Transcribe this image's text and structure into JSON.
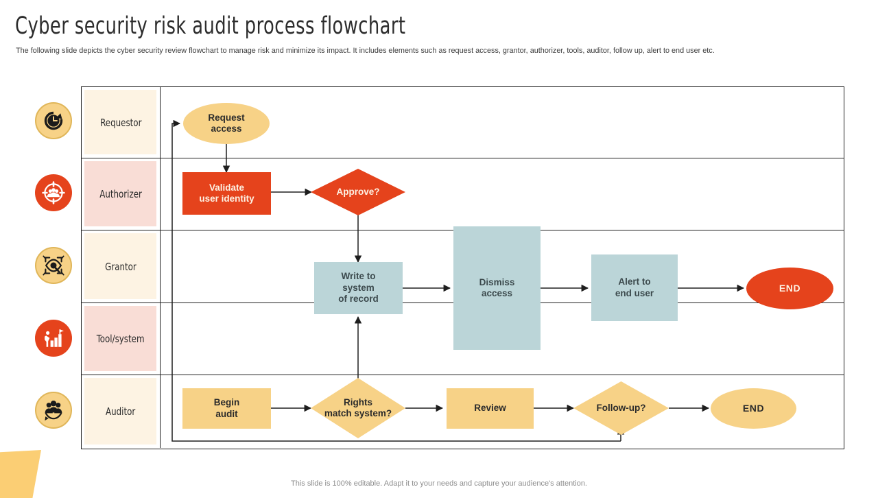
{
  "header": {
    "title": "Cyber security risk audit process flowchart",
    "subtitle": "The following slide depicts the cyber security review flowchart to manage risk and minimize its impact. It includes elements such as request access, grantor, authorizer, tools, auditor, follow up, alert to end user etc."
  },
  "footer": {
    "note": "This slide is 100% editable. Adapt it to your needs and capture your audience's attention."
  },
  "colors": {
    "amber": "#F7D287",
    "amber_light": "#FBCE74",
    "red": "#E5431C",
    "teal": "#BBD5D8",
    "lane_cream": "#FDF3E3",
    "lane_pink": "#F9DDD6",
    "text_dark": "#2b2b2b",
    "text_light": "#FDF1E3",
    "line": "#1e1e1e"
  },
  "lanes": [
    {
      "label": "Requestor",
      "icon": "clock-refresh-icon",
      "icon_bg": "#F7D287",
      "icon_fg": "#1b1b1b",
      "fill": "#FDF3E3"
    },
    {
      "label": "Authorizer",
      "icon": "people-target-icon",
      "icon_bg": "#E5431C",
      "icon_fg": "#ffffff",
      "fill": "#F9DDD6"
    },
    {
      "label": "Grantor",
      "icon": "eye-magnifier-icon",
      "icon_bg": "#F7D287",
      "icon_fg": "#1b1b1b",
      "fill": "#FDF3E3"
    },
    {
      "label": "Tool/system",
      "icon": "bar-chart-flag-icon",
      "icon_bg": "#E5431C",
      "icon_fg": "#ffffff",
      "fill": "#F9DDD6"
    },
    {
      "label": "Auditor",
      "icon": "people-group-icon",
      "icon_bg": "#F7D287",
      "icon_fg": "#1b1b1b",
      "fill": "#FDF3E3"
    }
  ],
  "chart_data": {
    "type": "flowchart",
    "title": "Cyber security risk audit process flowchart",
    "lanes": [
      "Requestor",
      "Authorizer",
      "Grantor",
      "Tool/system",
      "Auditor"
    ],
    "nodes": [
      {
        "id": "request-access",
        "label": "Request\naccess",
        "shape": "ellipse",
        "lane": "Requestor",
        "fill": "#F7D287",
        "text": "#2b2b2b"
      },
      {
        "id": "validate-identity",
        "label": "Validate\nuser identity",
        "shape": "rect",
        "lane": "Authorizer",
        "fill": "#E5431C",
        "text": "#FDF1E3"
      },
      {
        "id": "approve",
        "label": "Approve?",
        "shape": "diamond",
        "lane": "Authorizer",
        "fill": "#E5431C",
        "text": "#FDF1E3"
      },
      {
        "id": "write-to-system",
        "label": "Write to\nsystem\nof record",
        "shape": "rect",
        "lane": "Grantor",
        "fill": "#BBD5D8",
        "text": "#3c4a4d"
      },
      {
        "id": "dismiss-access",
        "label": "Dismiss\naccess",
        "shape": "rect",
        "lane": "Grantor",
        "fill": "#BBD5D8",
        "text": "#3c4a4d"
      },
      {
        "id": "alert-end-user",
        "label": "Alert to\nend user",
        "shape": "rect",
        "lane": "Grantor",
        "fill": "#BBD5D8",
        "text": "#3c4a4d"
      },
      {
        "id": "end-grantor",
        "label": "END",
        "shape": "ellipse",
        "lane": "Grantor",
        "fill": "#E5431C",
        "text": "#FDF1E3"
      },
      {
        "id": "begin-audit",
        "label": "Begin\naudit",
        "shape": "rect",
        "lane": "Auditor",
        "fill": "#F7D287",
        "text": "#2b2b2b"
      },
      {
        "id": "rights-match",
        "label": "Rights\nmatch system?",
        "shape": "diamond",
        "lane": "Auditor",
        "fill": "#F7D287",
        "text": "#2b2b2b"
      },
      {
        "id": "review",
        "label": "Review",
        "shape": "rect",
        "lane": "Auditor",
        "fill": "#F7D287",
        "text": "#2b2b2b"
      },
      {
        "id": "follow-up",
        "label": "Follow-up?",
        "shape": "diamond",
        "lane": "Auditor",
        "fill": "#F7D287",
        "text": "#2b2b2b"
      },
      {
        "id": "end-auditor",
        "label": "END",
        "shape": "ellipse",
        "lane": "Auditor",
        "fill": "#F7D287",
        "text": "#2b2b2b"
      }
    ],
    "edges": [
      {
        "from": "feedback-loop",
        "to": "request-access",
        "label": ""
      },
      {
        "from": "request-access",
        "to": "validate-identity",
        "label": ""
      },
      {
        "from": "validate-identity",
        "to": "approve",
        "label": ""
      },
      {
        "from": "approve",
        "to": "write-to-system",
        "label": ""
      },
      {
        "from": "write-to-system",
        "to": "dismiss-access",
        "label": ""
      },
      {
        "from": "dismiss-access",
        "to": "alert-end-user",
        "label": ""
      },
      {
        "from": "alert-end-user",
        "to": "end-grantor",
        "label": ""
      },
      {
        "from": "begin-audit",
        "to": "rights-match",
        "label": ""
      },
      {
        "from": "rights-match",
        "to": "review",
        "label": ""
      },
      {
        "from": "rights-match",
        "to": "write-to-system",
        "label": ""
      },
      {
        "from": "review",
        "to": "follow-up",
        "label": ""
      },
      {
        "from": "follow-up",
        "to": "end-auditor",
        "label": ""
      },
      {
        "from": "follow-up",
        "to": "feedback-loop",
        "label": ""
      }
    ]
  }
}
